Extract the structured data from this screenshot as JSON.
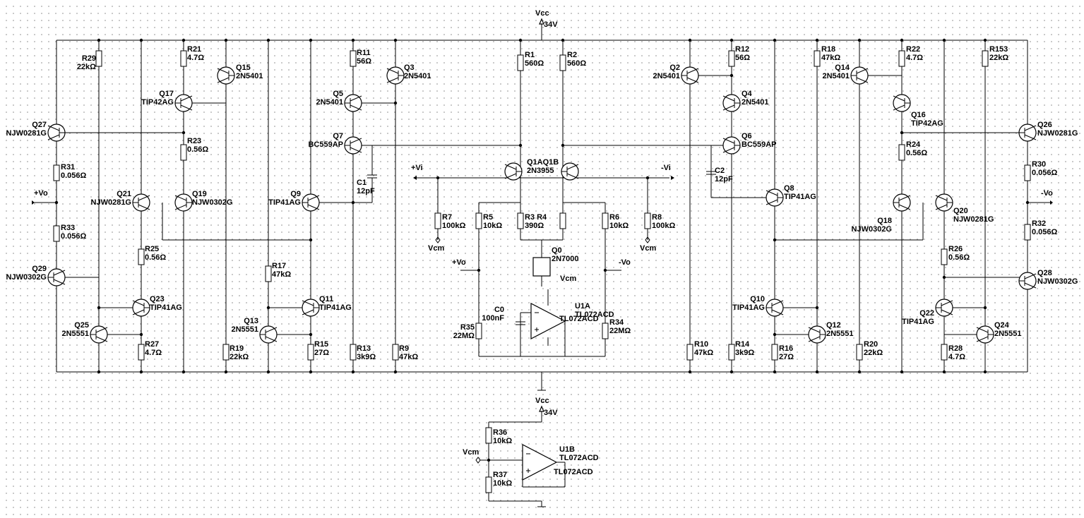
{
  "supply": {
    "top": {
      "name": "Vcc",
      "value": "34V"
    },
    "bottom": {
      "name": "Vcc",
      "value": "34V"
    }
  },
  "nets": {
    "plus_vi": "+Vi",
    "minus_vi": "-Vi",
    "plus_vo_left": "+Vo",
    "minus_vo_right": "-Vo",
    "plus_vo_inner": "+Vo",
    "minus_vo_inner": "-Vo",
    "vcm": "Vcm"
  },
  "components": [
    {
      "ref": "R29",
      "value": "22kΩ"
    },
    {
      "ref": "R21",
      "value": "4.7Ω"
    },
    {
      "ref": "Q15",
      "value": "2N5401"
    },
    {
      "ref": "Q17",
      "value": "TIP42AG"
    },
    {
      "ref": "Q27",
      "value": "NJW0281G"
    },
    {
      "ref": "R23",
      "value": "0.56Ω"
    },
    {
      "ref": "R31",
      "value": "0.056Ω"
    },
    {
      "ref": "Q21",
      "value": "NJW0281G"
    },
    {
      "ref": "Q19",
      "value": "NJW0302G"
    },
    {
      "ref": "R33",
      "value": "0.056Ω"
    },
    {
      "ref": "R25",
      "value": "0.56Ω"
    },
    {
      "ref": "Q29",
      "value": "NJW0302G"
    },
    {
      "ref": "Q23",
      "value": "TIP41AG"
    },
    {
      "ref": "Q25",
      "value": "2N5551"
    },
    {
      "ref": "R27",
      "value": "4.7Ω"
    },
    {
      "ref": "R17",
      "value": "47kΩ"
    },
    {
      "ref": "Q13",
      "value": "2N5551"
    },
    {
      "ref": "R19",
      "value": "22kΩ"
    },
    {
      "ref": "Q11",
      "value": "TIP41AG"
    },
    {
      "ref": "R15",
      "value": "27Ω"
    },
    {
      "ref": "R11",
      "value": "56Ω"
    },
    {
      "ref": "Q3",
      "value": "2N5401"
    },
    {
      "ref": "Q5",
      "value": "2N5401"
    },
    {
      "ref": "Q7",
      "value": "BC559AP"
    },
    {
      "ref": "C1",
      "value": "12pF"
    },
    {
      "ref": "Q9",
      "value": "TIP41AG"
    },
    {
      "ref": "R13",
      "value": "3k9Ω"
    },
    {
      "ref": "R9",
      "value": "47kΩ"
    },
    {
      "ref": "R1",
      "value": "560Ω"
    },
    {
      "ref": "R2",
      "value": "560Ω"
    },
    {
      "ref": "Q1AQ1B",
      "value": "2N3955"
    },
    {
      "ref": "R7",
      "value": "100kΩ"
    },
    {
      "ref": "R5",
      "value": "10kΩ"
    },
    {
      "ref": "R3 R4",
      "value": "390Ω"
    },
    {
      "ref": "R6",
      "value": "10kΩ"
    },
    {
      "ref": "R8",
      "value": "100kΩ"
    },
    {
      "ref": "Q0",
      "value": "2N7000"
    },
    {
      "ref": "U1A",
      "value": "TL072ACD"
    },
    {
      "ref": "C0",
      "value": "100nF"
    },
    {
      "ref": "R35",
      "value": "22MΩ"
    },
    {
      "ref": "R34",
      "value": "22MΩ"
    },
    {
      "ref": "Q2",
      "value": "2N5401"
    },
    {
      "ref": "R12",
      "value": "56Ω"
    },
    {
      "ref": "Q4",
      "value": "2N5401"
    },
    {
      "ref": "Q6",
      "value": "BC559AP"
    },
    {
      "ref": "C2",
      "value": "12pF"
    },
    {
      "ref": "Q8",
      "value": "TIP41AG"
    },
    {
      "ref": "R10",
      "value": "47kΩ"
    },
    {
      "ref": "R14",
      "value": "3k9Ω"
    },
    {
      "ref": "Q10",
      "value": "TIP41AG"
    },
    {
      "ref": "Q12",
      "value": "2N5551"
    },
    {
      "ref": "R16",
      "value": "27Ω"
    },
    {
      "ref": "R18",
      "value": "47kΩ"
    },
    {
      "ref": "R20",
      "value": "22kΩ"
    },
    {
      "ref": "Q14",
      "value": "2N5401"
    },
    {
      "ref": "R22",
      "value": "4.7Ω"
    },
    {
      "ref": "Q16",
      "value": "TIP42AG"
    },
    {
      "ref": "R153",
      "value": "22kΩ"
    },
    {
      "ref": "Q26",
      "value": "NJW0281G"
    },
    {
      "ref": "R24",
      "value": "0.56Ω"
    },
    {
      "ref": "R30",
      "value": "0.056Ω"
    },
    {
      "ref": "Q18",
      "value": "NJW0302G"
    },
    {
      "ref": "Q20",
      "value": "NJW0281G"
    },
    {
      "ref": "R32",
      "value": "0.056Ω"
    },
    {
      "ref": "R26",
      "value": "0.56Ω"
    },
    {
      "ref": "Q28",
      "value": "NJW0302G"
    },
    {
      "ref": "Q22",
      "value": "TIP41AG"
    },
    {
      "ref": "Q24",
      "value": "2N5551"
    },
    {
      "ref": "R28",
      "value": "4.7Ω"
    },
    {
      "ref": "R36",
      "value": "10kΩ"
    },
    {
      "ref": "R37",
      "value": "10kΩ"
    },
    {
      "ref": "U1B",
      "value": "TL072ACD"
    }
  ]
}
